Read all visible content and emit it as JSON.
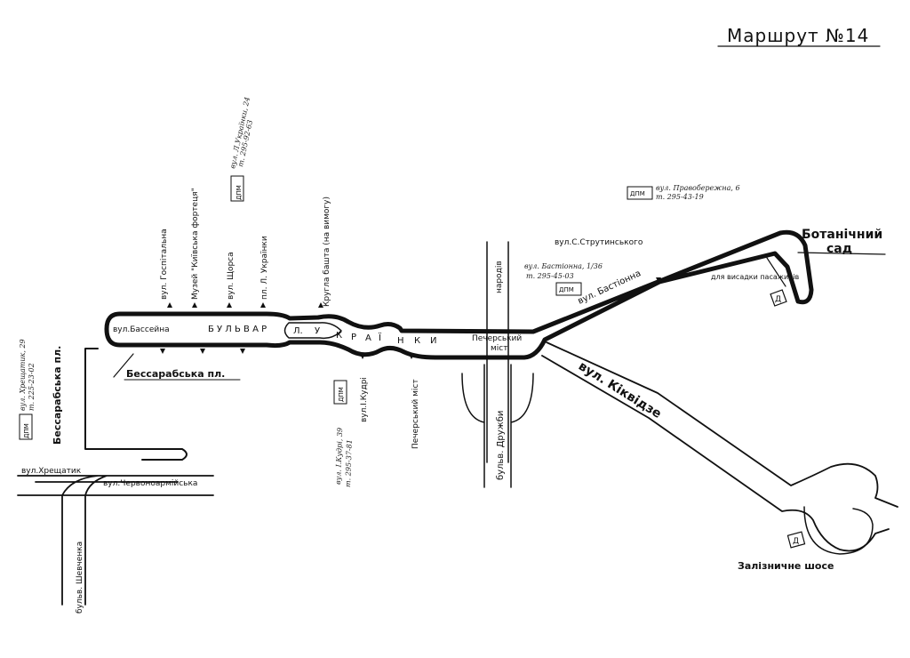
{
  "title": "Маршрут №14",
  "streets": {
    "bassejna_short": "вул.Бассейна",
    "bulvar": "Б У Л Ь В А Р",
    "l_ukrainky": [
      "Л.",
      "У",
      "К",
      "Р",
      "А",
      "Ї",
      "Н",
      "К",
      "И"
    ],
    "pechersky_mist_top": "Печерський",
    "pechersky_mist_bottom": "міст",
    "pechersky_mist_vertical": "Печерський міст",
    "narodiv": "народів",
    "druzhby": "бульв. Дружби",
    "bastionna": "вул. Бастіонна",
    "kikvidze": "вул. Кіквідзе",
    "strutynskogo": "вул.С.Струтинського",
    "khreshchatyk": "вул.Хрещатик",
    "chervonoarmiiska": "вул.Червоноармійська",
    "shevchenka": "бульв. Шевченка",
    "zaliznychne": "Залізничне шосе"
  },
  "places": {
    "bessarabska": "Бессарабська пл.",
    "bessarabska_vertical": "Бессарабська пл.",
    "botanichnyi_line1": "Ботанічний",
    "botanichnyi_line2": "сад"
  },
  "stops": [
    "вул. Госпітальна",
    "Музей \"Київська фортеця\"",
    "вул. Щорса",
    "пл. Л. Українки",
    "Кругла башта (на вимогу)",
    "вул.І.Кудрі",
    "Печерський міст"
  ],
  "notes": {
    "boarding": "для висадки пасажирів"
  },
  "dpm": [
    {
      "label": "ДПМ",
      "address": "вул. Л.Українки, 24",
      "phone": "т. 295-92-63"
    },
    {
      "label": "ДПМ",
      "address": "вул. Правобережна, 6",
      "phone": "т. 295-43-19"
    },
    {
      "label": "ДПМ",
      "address": "вул. Бастіонна, 1/36",
      "phone": "т. 295-45-03"
    },
    {
      "label": "ДПМ",
      "address": "вул. І.Кудрі, 39",
      "phone": "т. 295-37-81"
    },
    {
      "label": "ДПМ",
      "address": "вул. Хрещатик, 29",
      "phone": "т. 225-23-02"
    }
  ],
  "terminal_marker": "Д"
}
